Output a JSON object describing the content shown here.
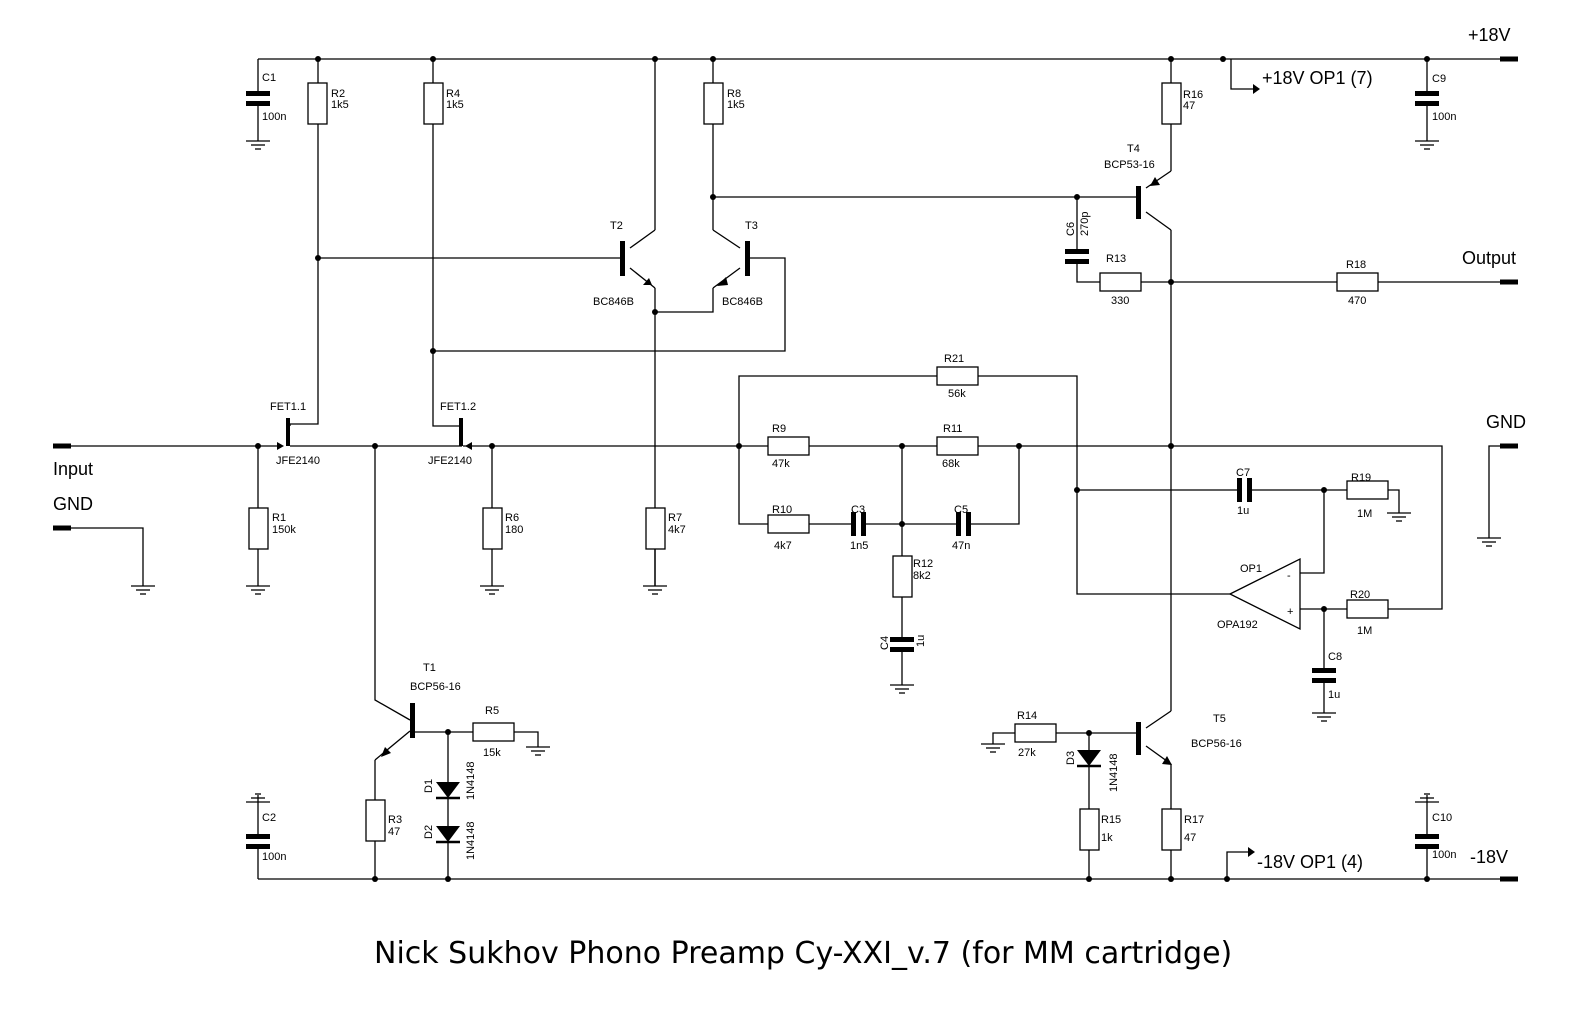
{
  "title": "Nick Sukhov Phono Preamp Cy-XXI_v.7 (for MM cartridge)",
  "ports": {
    "plus18": "+18V",
    "minus18": "-18V",
    "plus18_op": "+18V OP1 (7)",
    "minus18_op": "-18V OP1 (4)",
    "output": "Output",
    "gnd_right": "GND",
    "input": "Input",
    "gnd_left": "GND"
  },
  "components": {
    "C1": {
      "ref": "C1",
      "value": "100n"
    },
    "C2": {
      "ref": "C2",
      "value": "100n"
    },
    "C3": {
      "ref": "C3",
      "value": "1n5"
    },
    "C4": {
      "ref": "C4",
      "value": "1u"
    },
    "C5": {
      "ref": "C5",
      "value": "47n"
    },
    "C6": {
      "ref": "C6",
      "value": "270p"
    },
    "C7": {
      "ref": "C7",
      "value": "1u"
    },
    "C8": {
      "ref": "C8",
      "value": "1u"
    },
    "C9": {
      "ref": "C9",
      "value": "100n"
    },
    "C10": {
      "ref": "C10",
      "value": "100n"
    },
    "R1": {
      "ref": "R1",
      "value": "150k"
    },
    "R2": {
      "ref": "R2",
      "value": "1k5"
    },
    "R3": {
      "ref": "R3",
      "value": "47"
    },
    "R4": {
      "ref": "R4",
      "value": "1k5"
    },
    "R5": {
      "ref": "R5",
      "value": "15k"
    },
    "R6": {
      "ref": "R6",
      "value": "180"
    },
    "R7": {
      "ref": "R7",
      "value": "4k7"
    },
    "R8": {
      "ref": "R8",
      "value": "1k5"
    },
    "R9": {
      "ref": "R9",
      "value": "47k"
    },
    "R10": {
      "ref": "R10",
      "value": "4k7"
    },
    "R11": {
      "ref": "R11",
      "value": "68k"
    },
    "R12": {
      "ref": "R12",
      "value": "8k2"
    },
    "R13": {
      "ref": "R13",
      "value": "330"
    },
    "R14": {
      "ref": "R14",
      "value": "27k"
    },
    "R15": {
      "ref": "R15",
      "value": "1k"
    },
    "R16": {
      "ref": "R16",
      "value": "47"
    },
    "R17": {
      "ref": "R17",
      "value": "47"
    },
    "R18": {
      "ref": "R18",
      "value": "470"
    },
    "R19": {
      "ref": "R19",
      "value": "1M"
    },
    "R20": {
      "ref": "R20",
      "value": "1M"
    },
    "R21": {
      "ref": "R21",
      "value": "56k"
    },
    "T1": {
      "ref": "T1",
      "value": "BCP56-16"
    },
    "T2": {
      "ref": "T2",
      "value": "BC846B"
    },
    "T3": {
      "ref": "T3",
      "value": "BC846B"
    },
    "T4": {
      "ref": "T4",
      "value": "BCP53-16"
    },
    "T5": {
      "ref": "T5",
      "value": "BCP56-16"
    },
    "FET1_1": {
      "ref": "FET1.1",
      "value": "JFE2140"
    },
    "FET1_2": {
      "ref": "FET1.2",
      "value": "JFE2140"
    },
    "D1": {
      "ref": "D1",
      "value": "1N4148"
    },
    "D2": {
      "ref": "D2",
      "value": "1N4148"
    },
    "D3": {
      "ref": "D3",
      "value": "1N4148"
    },
    "OP1": {
      "ref": "OP1",
      "value": "OPA192",
      "minus": "-",
      "plus": "+"
    }
  }
}
